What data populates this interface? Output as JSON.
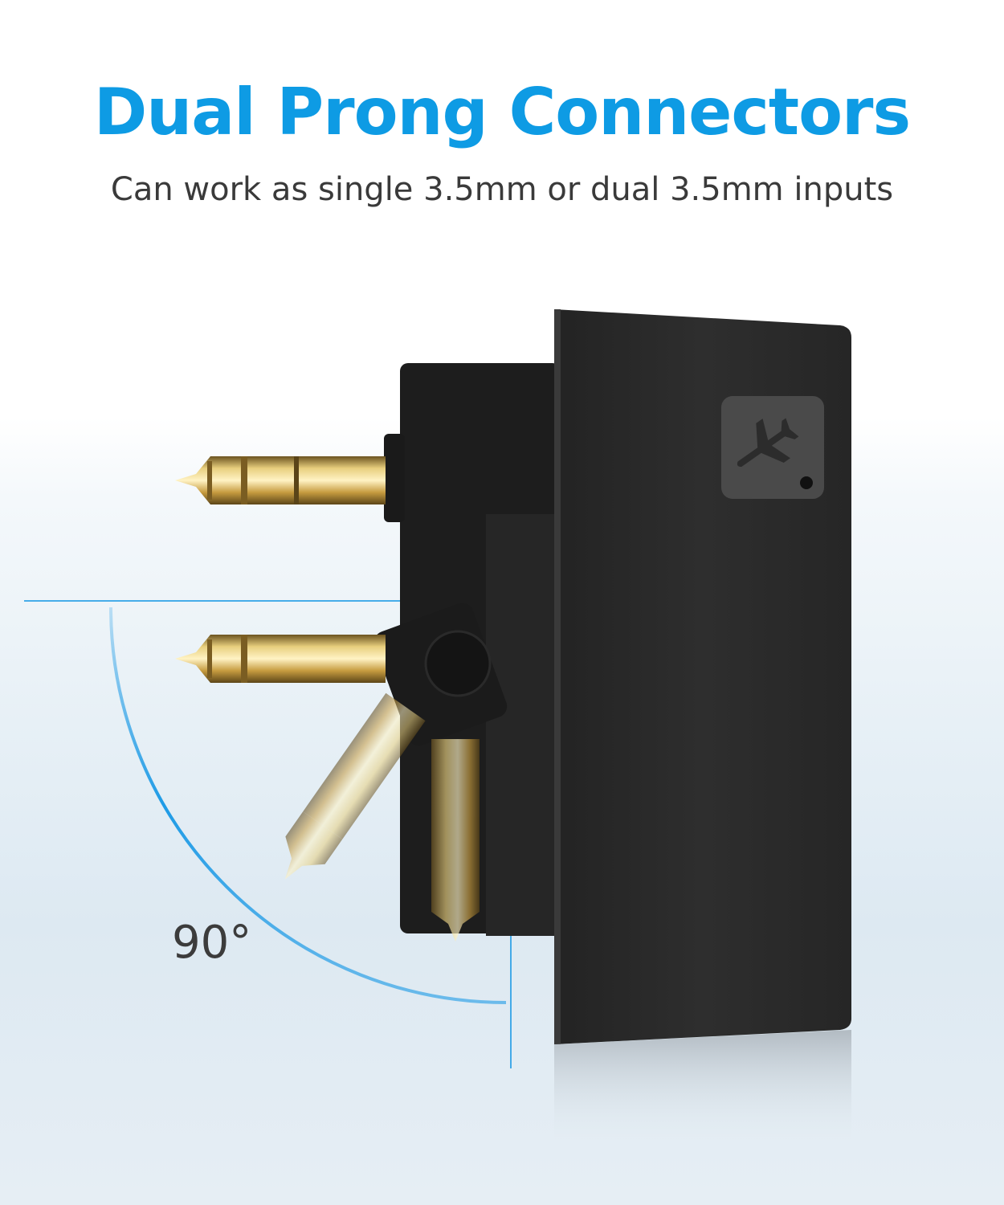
{
  "header": {
    "title": "Dual Prong Connectors",
    "subtitle": "Can work as single 3.5mm or dual 3.5mm inputs"
  },
  "diagram": {
    "angle_label": "90°"
  },
  "icons": {
    "badge": "airplane-icon"
  },
  "colors": {
    "title": "#0e9be4",
    "subtitle": "#3a3a3a",
    "accent_line": "#1e9be6",
    "device_body": "#2b2b2b",
    "gold": "#c9a44a"
  }
}
